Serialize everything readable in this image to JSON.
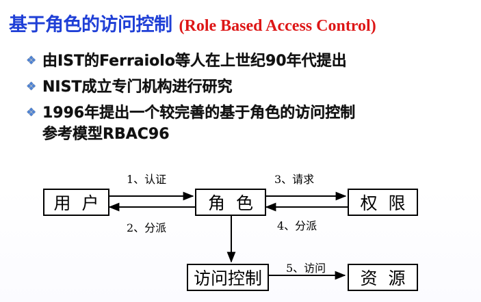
{
  "title": {
    "cn": "基于角色的访问控制",
    "en": "(Role Based Access Control)"
  },
  "bullet_icon": "diamond-bullet-icon",
  "bullets": [
    {
      "text": "由IST的Ferraiolo等人在上世纪90年代提出"
    },
    {
      "text": "NIST成立专门机构进行研究"
    },
    {
      "text": "1996年提出一个较完善的基于角色的访问控制\n参考模型RBAC96"
    }
  ],
  "diagram": {
    "nodes": {
      "user": "用  户",
      "role": "角  色",
      "permission": "权  限",
      "access_control": "访问控制",
      "resource": "资  源"
    },
    "edges": {
      "authenticate": "1、认证",
      "assign_user": "2、分派",
      "request": "3、请求",
      "assign_permission": "4、分派",
      "access": "5、访问"
    }
  },
  "colors": {
    "title_cn": "#1f3fd6",
    "title_en": "#dd1616",
    "bullet_icon": "#4d83d6"
  }
}
